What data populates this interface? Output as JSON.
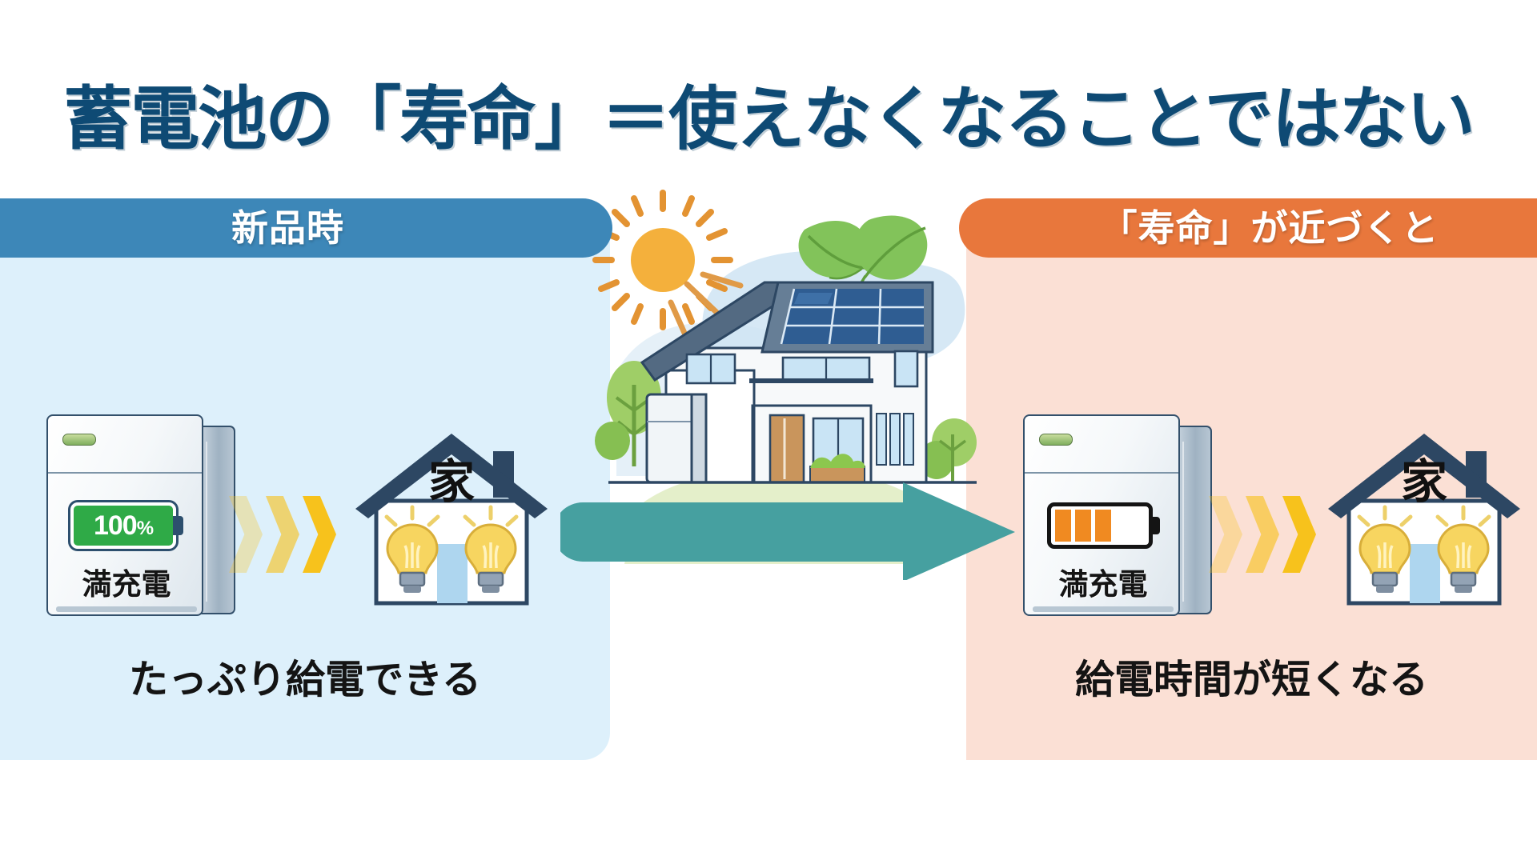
{
  "title": "蓄電池の「寿命」＝使えなくなることではない",
  "colors": {
    "title_blue": "#0e4a74",
    "panel_left_bg": "#ddf0fb",
    "panel_right_bg": "#fbe0d5",
    "pill_left_bg": "#3d87b8",
    "pill_right_bg": "#e8773c",
    "arrow_teal": "#46a0a0",
    "chevron_yellow": "#f7c21c",
    "battery_full_green": "#2faa47",
    "battery_low_orange": "#f08a21"
  },
  "left_panel": {
    "header": "新品時",
    "battery": {
      "state_label": "満充電",
      "percent": "100",
      "percent_unit": "%",
      "icon": "battery-full-icon"
    },
    "flow_icon": "chevrons-right-icon",
    "house": {
      "label": "家",
      "icon": "house-icon",
      "bulbs": 2,
      "bulbs_state": "lit"
    },
    "caption": "たっぷり給電できる"
  },
  "right_panel": {
    "header": "「寿命」が近づくと",
    "battery": {
      "state_label": "満充電",
      "bars_filled": 3,
      "bars_total": 5,
      "icon": "battery-low-icon"
    },
    "flow_icon": "chevrons-right-icon",
    "house": {
      "label": "家",
      "icon": "house-icon",
      "bulbs": 2,
      "bulbs_state": "lit"
    },
    "caption": "給電時間が短くなる"
  },
  "center": {
    "illustration": "solar-house-illustration",
    "elements": [
      "sun-icon",
      "leaf-icon",
      "leaf-icon",
      "solar-panel-icon",
      "house-building-icon",
      "battery-cabinet-icon",
      "tree-icon",
      "tree-icon",
      "bush-icon",
      "door-icon"
    ],
    "transition_arrow": "arrow-right-icon"
  }
}
